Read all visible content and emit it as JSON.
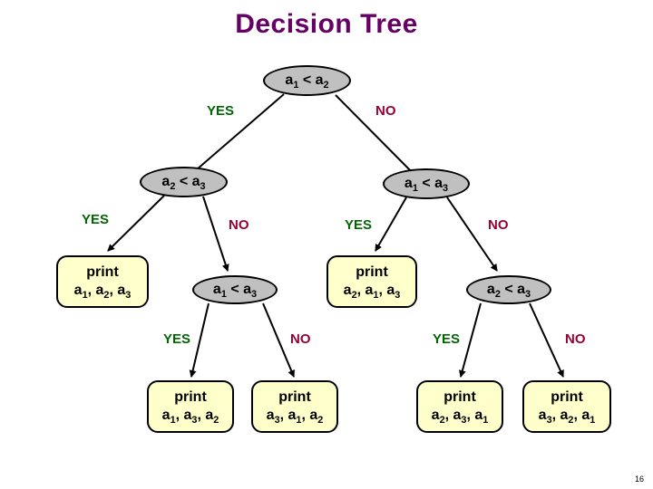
{
  "slide": {
    "title": "Decision Tree",
    "page_number": "16"
  },
  "colors": {
    "title": "#660066",
    "yes": "#006600",
    "no": "#990033",
    "node_fill": "#C0C0C0",
    "leaf_fill": "#FFFFCC"
  },
  "labels": {
    "yes": "YES",
    "no": "NO",
    "print": "print"
  },
  "tree": {
    "root": "a1 < a2",
    "level2": {
      "left": "a2 < a3",
      "right": "a1 < a3"
    },
    "level3": {
      "mid": "a1 < a3",
      "right": "a2 < a3"
    },
    "leaves": {
      "l3_left": "a1, a2, a3",
      "l3_right": "a2, a1, a3",
      "b1": "a1, a3, a2",
      "b2": "a3, a1, a2",
      "b3": "a2, a3, a1",
      "b4": "a3, a2, a1"
    }
  }
}
